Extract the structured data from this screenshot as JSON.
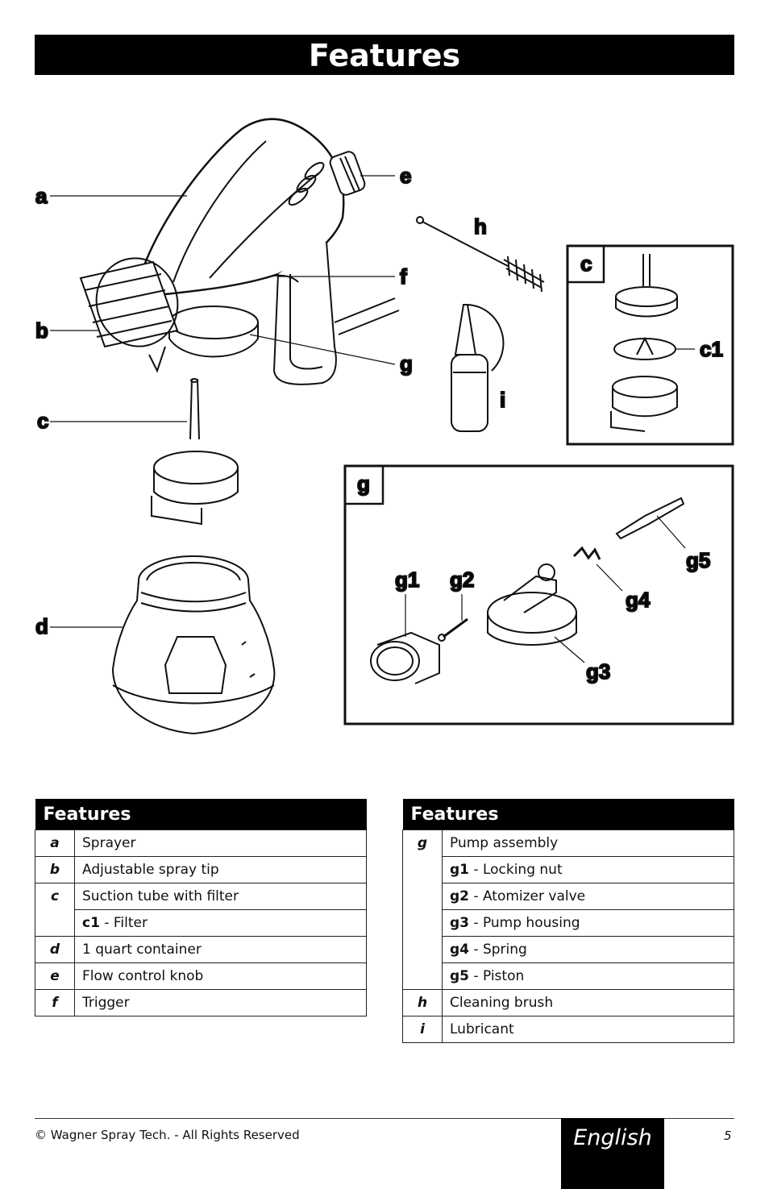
{
  "header": {
    "title": "Features"
  },
  "figure": {
    "labels": {
      "a": "a",
      "b": "b",
      "c": "c",
      "d": "d",
      "e": "e",
      "f": "f",
      "g": "g",
      "h": "h",
      "i": "i",
      "inset_c": "c",
      "c1": "c1",
      "inset_g": "g",
      "g1": "g1",
      "g2": "g2",
      "g3": "g3",
      "g4": "g4",
      "g5": "g5"
    }
  },
  "table_left": {
    "header": "Features",
    "rows": [
      {
        "key": "a",
        "bold": "",
        "text": "Sprayer"
      },
      {
        "key": "b",
        "bold": "",
        "text": "Adjustable spray tip"
      },
      {
        "key": "c",
        "bold": "",
        "text": "Suction tube with filter"
      },
      {
        "key": "",
        "bold": "c1",
        "text": " - Filter"
      },
      {
        "key": "d",
        "bold": "",
        "text": "1 quart container"
      },
      {
        "key": "e",
        "bold": "",
        "text": "Flow control knob"
      },
      {
        "key": "f",
        "bold": "",
        "text": "Trigger"
      }
    ]
  },
  "table_right": {
    "header": "Features",
    "rows": [
      {
        "key": "g",
        "bold": "",
        "text": "Pump assembly"
      },
      {
        "key": "",
        "bold": "g1",
        "text": " - Locking nut"
      },
      {
        "key": "",
        "bold": "g2",
        "text": " - Atomizer valve"
      },
      {
        "key": "",
        "bold": "g3",
        "text": " - Pump housing"
      },
      {
        "key": "",
        "bold": "g4",
        "text": " - Spring"
      },
      {
        "key": "",
        "bold": "g5",
        "text": " - Piston"
      },
      {
        "key": "h",
        "bold": "",
        "text": "Cleaning brush"
      },
      {
        "key": "i",
        "bold": "",
        "text": "Lubricant"
      }
    ]
  },
  "footer": {
    "copyright": "© Wagner Spray Tech. - All Rights Reserved",
    "language": "English",
    "page_number": "5"
  }
}
